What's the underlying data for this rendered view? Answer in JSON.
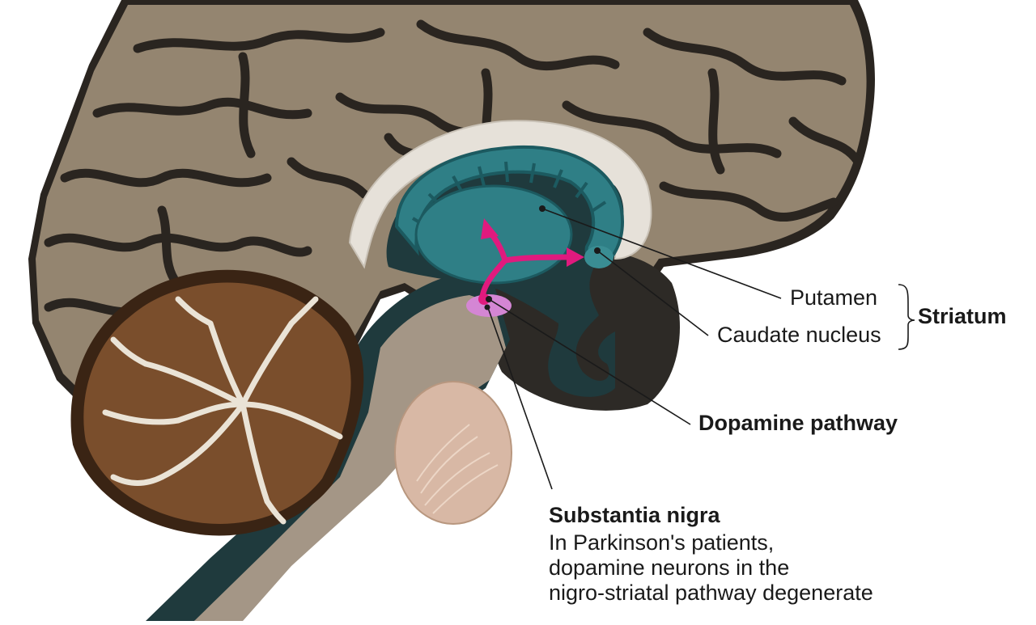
{
  "labels": {
    "putamen": "Putamen",
    "caudate": "Caudate nucleus",
    "striatum": "Striatum",
    "dopamine_pathway": "Dopamine pathway",
    "substantia_nigra": "Substantia nigra",
    "description": [
      "In Parkinson's patients,",
      "dopamine neurons in the",
      "nigro-striatal pathway degenerate"
    ]
  },
  "colors": {
    "cortex": "#948570",
    "cortex_dark": "#2a2520",
    "cerebellum": "#7a4e2c",
    "cerebellum_dark": "#3a2414",
    "white_matter": "#e6e1d9",
    "striatum": "#2f7f86",
    "striatum_dark": "#1c5a60",
    "brainstem": "#a49686",
    "pons": "#d8b8a5",
    "ventricle": "#1f3a3d",
    "dopamine_arrow": "#e01a7e",
    "substantia_nigra": "#d486d4",
    "leader_line": "#1a1a1a"
  }
}
